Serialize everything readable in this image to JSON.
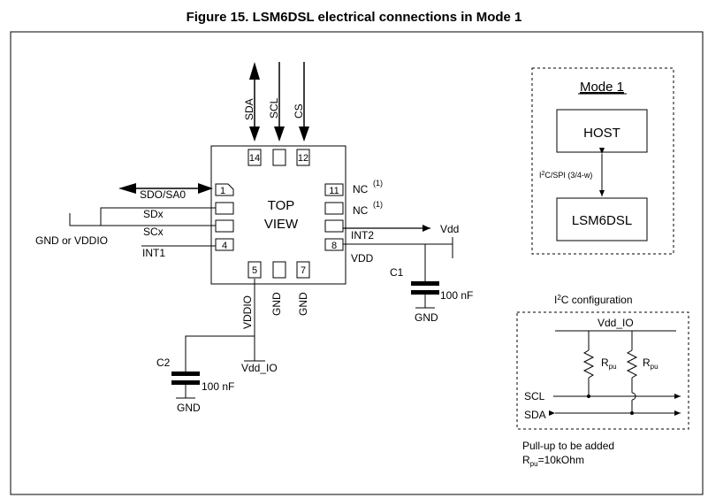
{
  "title": "Figure 15. LSM6DSL electrical connections in Mode 1",
  "chip": {
    "top": "TOP",
    "view": "VIEW"
  },
  "pins": {
    "p1": "1",
    "p4": "4",
    "p5": "5",
    "p7": "7",
    "p8": "8",
    "p11": "11",
    "p12": "12",
    "p14": "14"
  },
  "signals": {
    "sda": "SDA",
    "scl": "SCL",
    "cs": "CS",
    "sdo_sa0": "SDO/SA0",
    "sdx": "SDx",
    "scx": "SCx",
    "int1": "INT1",
    "nc": "NC",
    "nc_note": "(1)",
    "int2": "INT2",
    "vdd": "VDD",
    "vdd_out": "Vdd",
    "vddio": "VDDIO",
    "gnd": "GND",
    "gnd_or_vddio": "GND or VDDIO",
    "vdd_io": "Vdd_IO"
  },
  "caps": {
    "c1": "C1",
    "c2": "C2",
    "value": "100 nF"
  },
  "mode_box": {
    "title": "Mode 1",
    "host": "HOST",
    "device": "LSM6DSL",
    "bus_prefix": "I",
    "bus_sup": "2",
    "bus_suffix": "C/SPI (3/4-w)"
  },
  "i2c": {
    "title_prefix": "I",
    "title_sup": "2",
    "title_suffix": "C configuration",
    "vdd_io": "Vdd_IO",
    "r": "R",
    "r_sub": "pu",
    "scl": "SCL",
    "sda": "SDA",
    "note_line1": "Pull-up to be added",
    "note_line2_suffix": "=10kOhm"
  }
}
